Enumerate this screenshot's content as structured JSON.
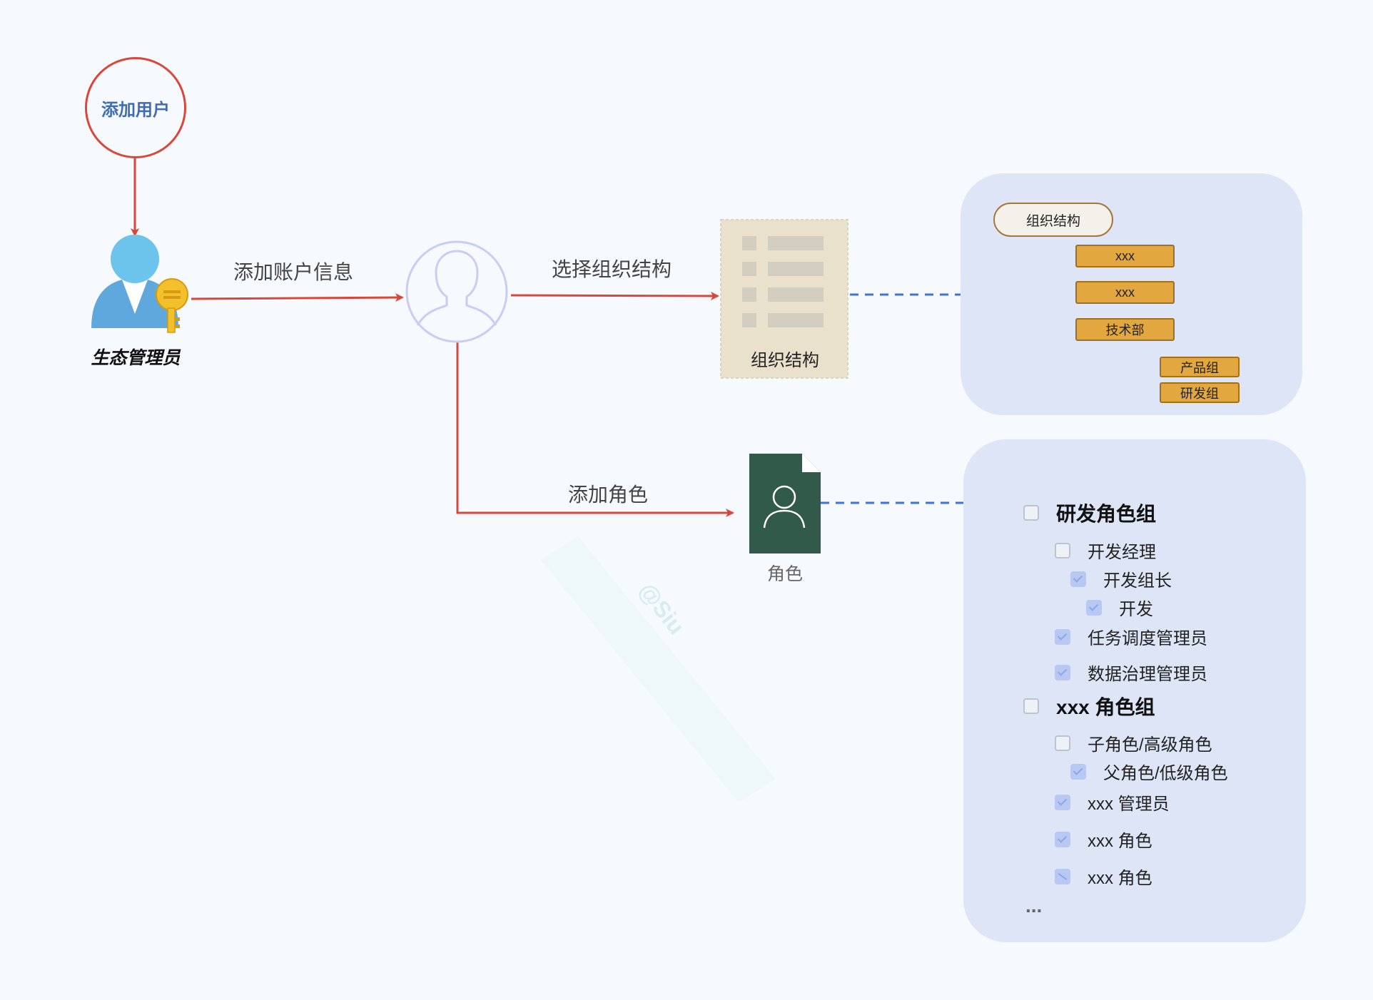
{
  "start": {
    "label": "添加用户"
  },
  "admin": {
    "label": "生态管理员"
  },
  "edges": {
    "add_account": "添加账户信息",
    "select_org": "选择组织结构",
    "add_role": "添加角色"
  },
  "org_doc": {
    "label": "组织结构"
  },
  "role_doc": {
    "label": "角色"
  },
  "org_tree": {
    "root": "组织结构",
    "nodes": [
      "xxx",
      "xxx",
      "技术部"
    ],
    "sub_nodes": [
      "产品组",
      "研发组"
    ]
  },
  "role_groups": [
    {
      "title": "研发角色组",
      "checked": false,
      "items": [
        {
          "label": "开发经理",
          "state": "empty",
          "level": 0
        },
        {
          "label": "开发组长",
          "state": "checked",
          "level": 1
        },
        {
          "label": "开发",
          "state": "checked",
          "level": 2
        },
        {
          "label": "任务调度管理员",
          "state": "checked",
          "level": 0
        },
        {
          "label": "数据治理管理员",
          "state": "checked",
          "level": 0
        }
      ]
    },
    {
      "title": "xxx 角色组",
      "checked": false,
      "items": [
        {
          "label": "子角色/高级角色",
          "state": "empty",
          "level": 0
        },
        {
          "label": "父角色/低级角色",
          "state": "checked",
          "level": 1
        },
        {
          "label": "xxx 管理员",
          "state": "checked",
          "level": 0
        },
        {
          "label": "xxx 角色",
          "state": "checked",
          "level": 0
        },
        {
          "label": "xxx 角色",
          "state": "partial",
          "level": 0
        }
      ]
    }
  ],
  "more": "...",
  "watermark": "@Siu",
  "colors": {
    "flow_arrow": "#d9473a",
    "dashed_link": "#3d74d9",
    "panel_bg": "#dde5f6",
    "org_node": "#e2a73e",
    "role_doc": "#325a4a",
    "start_text": "#3f6cb3"
  }
}
